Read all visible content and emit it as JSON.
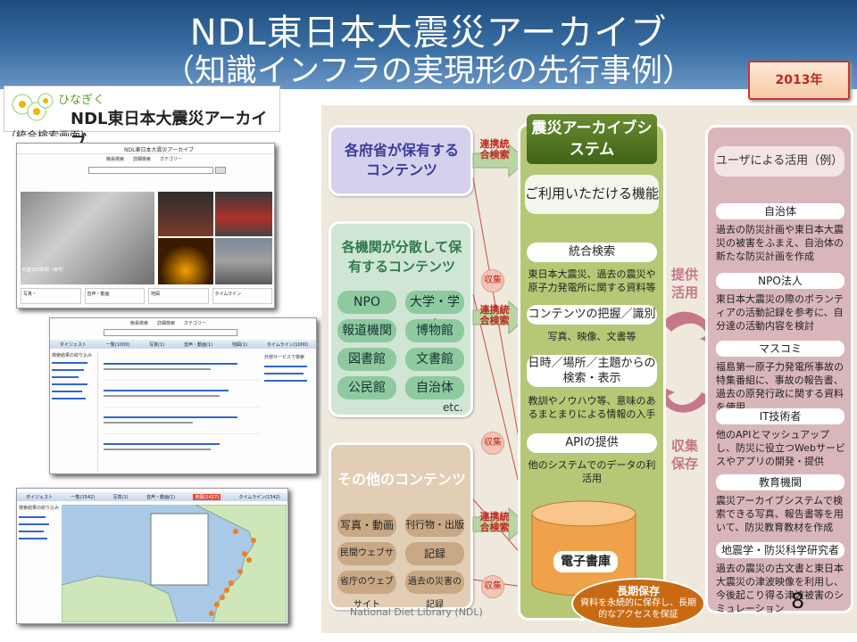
{
  "title": {
    "line1": "NDL東日本大震災アーカイブ",
    "line2": "（知識インフラの実現形の先行事例）"
  },
  "year_badge": "2013年",
  "logo": {
    "small": "ひなぎく",
    "main": "NDL東日本大震災アーカイブ"
  },
  "search_screen_caption": "（統合検索画面）",
  "screenshot1": {
    "header_text": "NDL東日本大震災アーカイブ",
    "tabs": [
      "簡易検索",
      "詳細検索",
      "カテゴリー"
    ],
    "tiles": [
      "写真・",
      "音声・動画",
      "地図",
      "タイムライン"
    ],
    "caption": "石巻日日新聞（特号）"
  },
  "screenshot2": {
    "tabs": [
      "簡易検索",
      "詳細検索",
      "カテゴリー"
    ],
    "result_tabs": [
      "ダイジェスト",
      "一覧(1000)",
      "写真(1)",
      "音声・動画(1)",
      "地図(1)",
      "タイムライン(1000)"
    ],
    "sidebar_title": "検索結果の絞り込み",
    "right_title": "外部サービスで検索"
  },
  "screenshot3": {
    "result_tabs": [
      "ダイジェスト",
      "一覧(1542)",
      "写真(1)",
      "音声・動画(1)",
      "地図(1427)",
      "タイムライン(1542)"
    ],
    "sidebar_title": "検索結果の絞り込み"
  },
  "left_boxes": {
    "ministries": "各府省が保有するコンテンツ",
    "distributed": "各機関が分散して保有するコンテンツ",
    "institutions": [
      "NPO",
      "大学・学会",
      "報道機関",
      "博物館",
      "図書館",
      "文書館",
      "公民館",
      "自治体"
    ],
    "etc": "etc.",
    "other": "その他のコンテンツ",
    "other_items": [
      "写真・動画",
      "刊行物・出版物",
      "民間ウェブサイト",
      "記録",
      "省庁のウェブサイト",
      "過去の災害の記録"
    ]
  },
  "links": {
    "federated": "連携統合検索",
    "collect": "収集"
  },
  "center": {
    "title": "震災アーカイブシステム",
    "features_title": "ご利用いただける機能",
    "f1": "統合検索",
    "f1_desc": "東日本大震災、過去の震災や原子力発電所に関する資料等",
    "f2": "コンテンツの把握／識別",
    "f2_desc": "写真、映像、文書等",
    "f3": "日時／場所／主題からの検索・表示",
    "f3_desc": "教訓やノウハウ等、意味のあるまとまりによる情報の入手",
    "f4": "APIの提供",
    "f4_desc": "他のシステムでのデータの利活用",
    "ebook": "電子書庫",
    "longterm_title": "長期保存",
    "longterm_desc": "資料を永続的に保存し、長期的なアクセスを保証"
  },
  "arrows": {
    "provide": "提供活用",
    "collect": "収集保存"
  },
  "users": {
    "title": "ユーザによる活用（例）",
    "items": [
      {
        "label": "自治体",
        "desc": "過去の防災計画や東日本大震災の被害をふまえ、自治体の新たな防災計画を作成"
      },
      {
        "label": "NPO法人",
        "desc": "東日本大震災の際のボランティアの活動記録を参考に、自分達の活動内容を検討"
      },
      {
        "label": "マスコミ",
        "desc": "福島第一原子力発電所事故の特集番組に、事故の報告書、過去の原発行政に関する資料を使用"
      },
      {
        "label": "IT技術者",
        "desc": "他のAPIとマッシュアップし、防災に役立つWebサービスやアプリの開発・提供"
      },
      {
        "label": "教育機関",
        "desc": "震災アーカイブシステムで検索できる写真、報告書等を用いて、防災教育教材を作成"
      },
      {
        "label": "地震学・防災科学研究者",
        "desc": "過去の震災の古文書と東日本大震災の津波映像を利用し、今後起こり得る津波被害のシミュレーション"
      }
    ]
  },
  "footer": {
    "credit": "National Diet Library (NDL)",
    "page": "8"
  }
}
